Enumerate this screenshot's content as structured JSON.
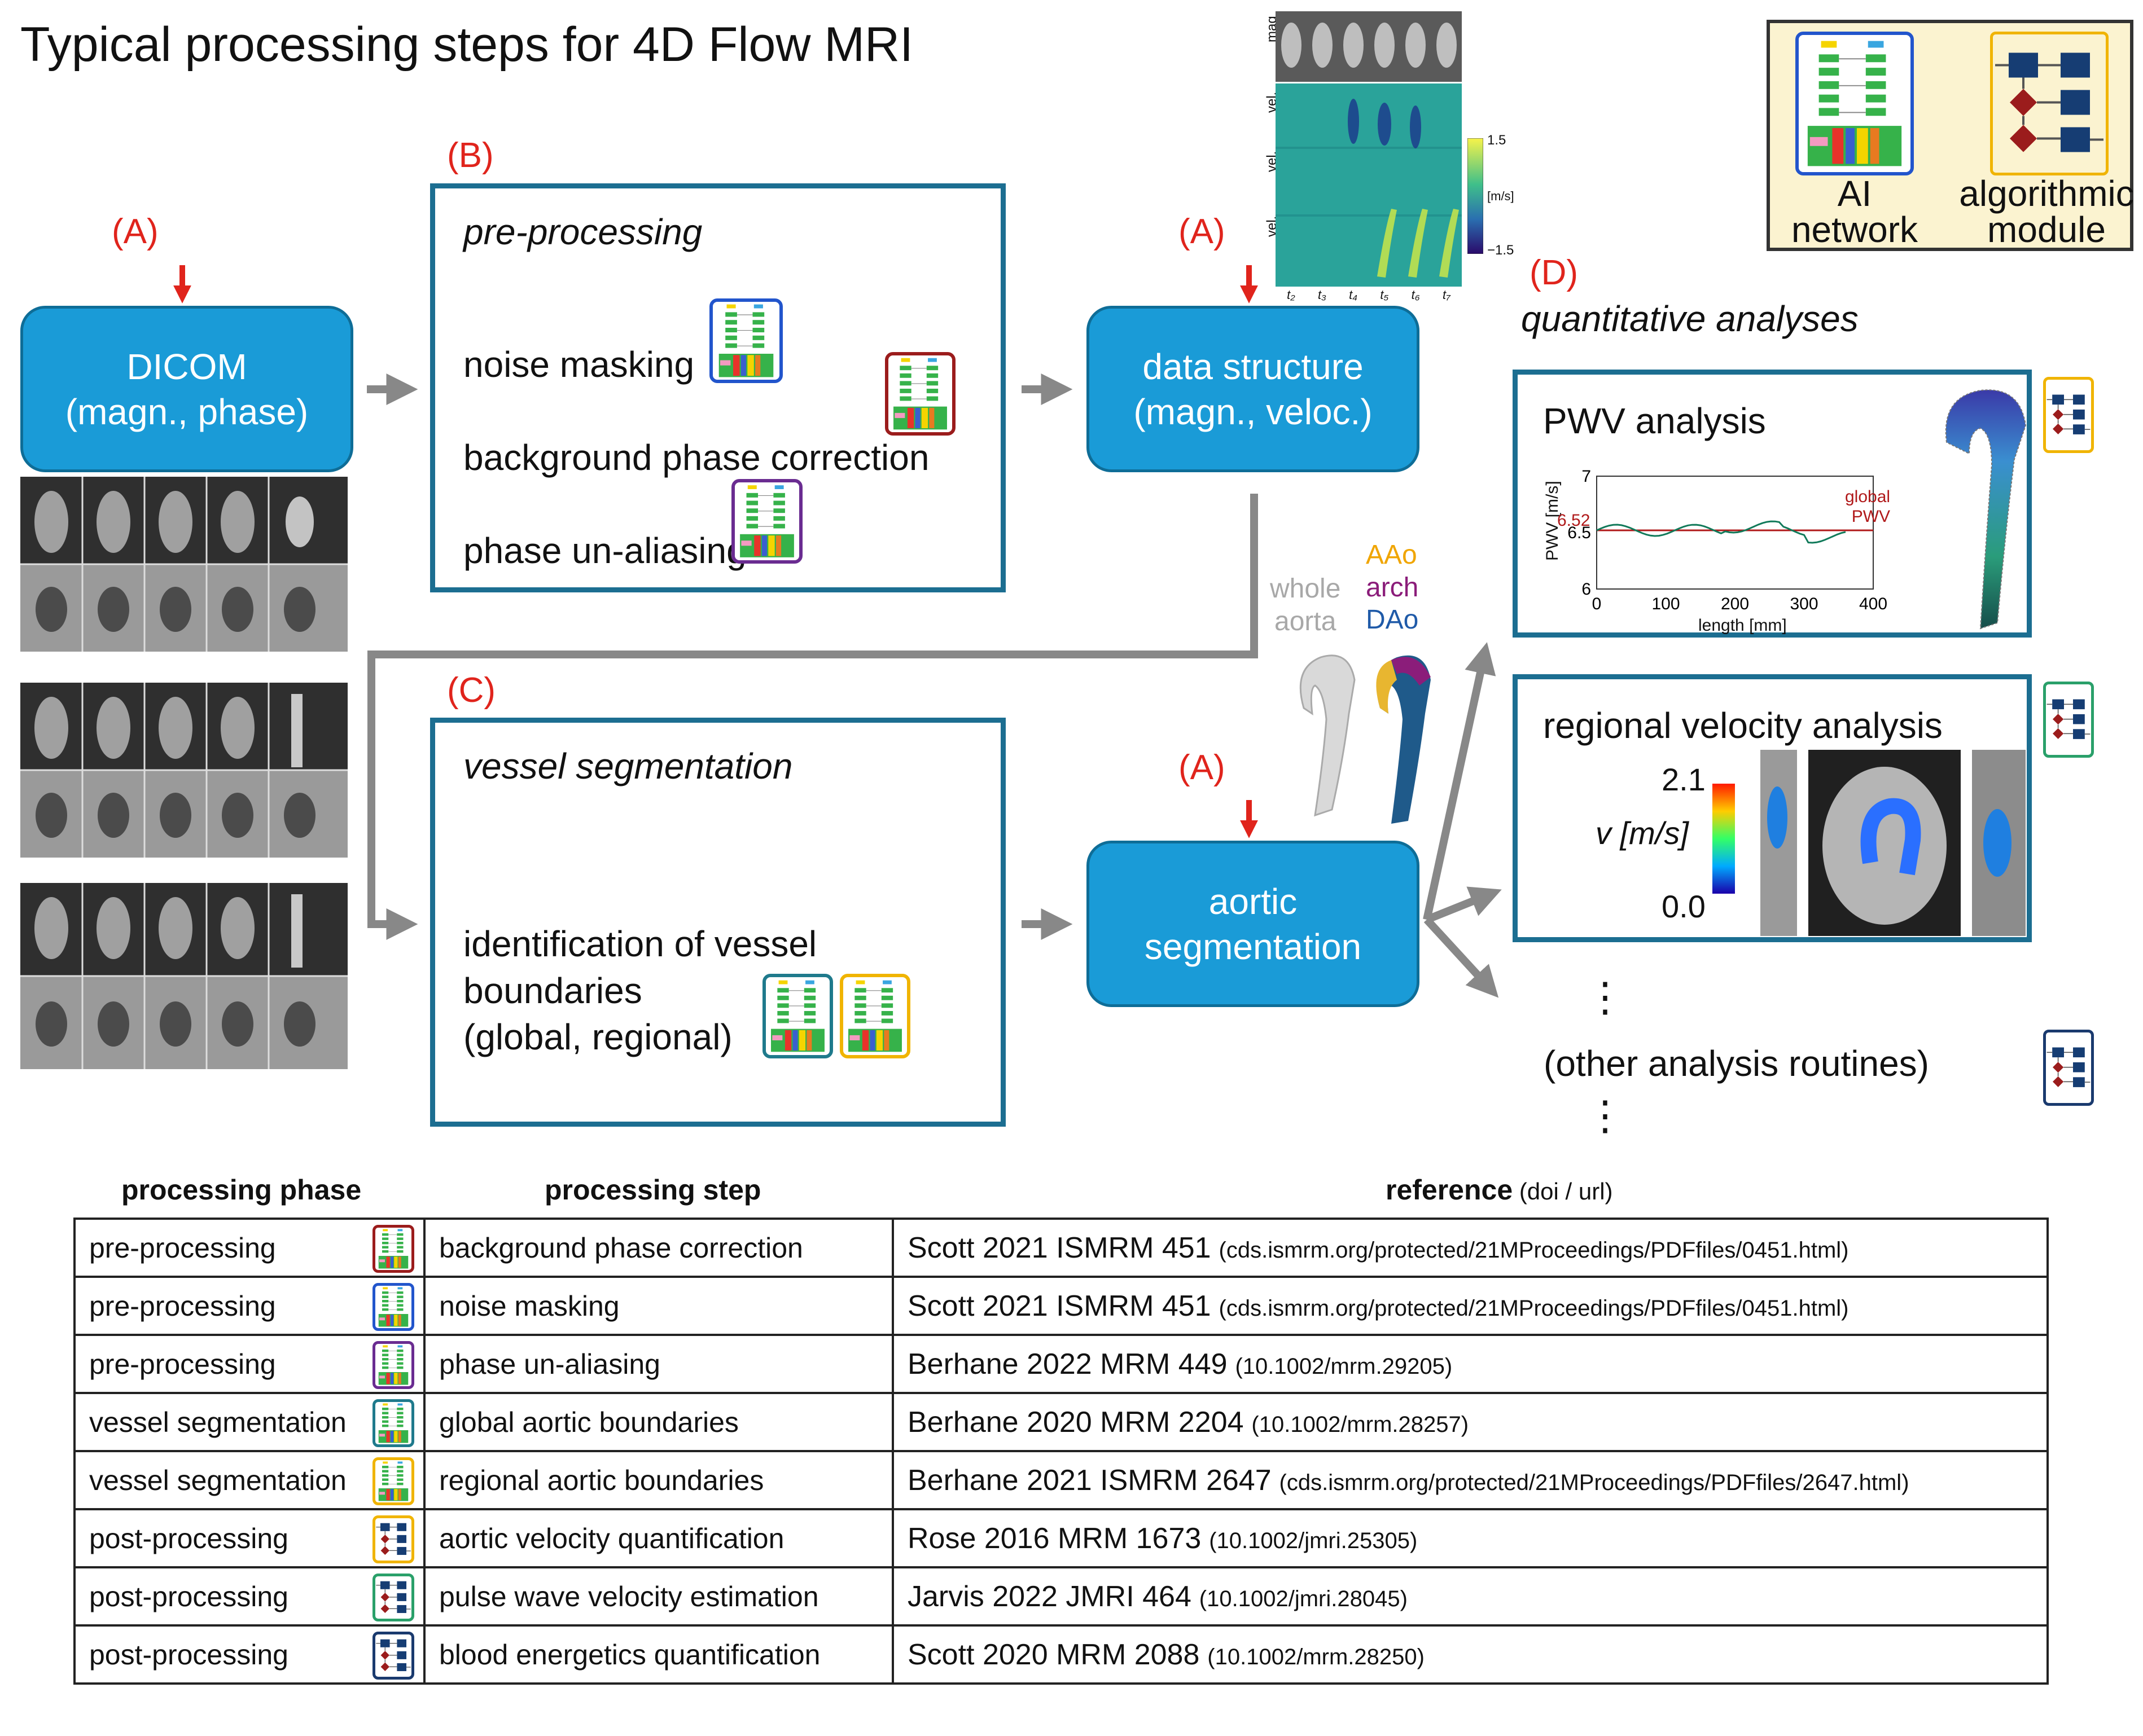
{
  "title": "Typical processing steps for 4D Flow MRI",
  "labels": {
    "A": "(A)",
    "B": "(B)",
    "C": "(C)",
    "D": "(D)"
  },
  "dicom": {
    "line1": "DICOM",
    "line2": "(magn., phase)"
  },
  "preprocessing": {
    "title": "pre-processing",
    "step1": "noise masking",
    "step2": "background phase correction",
    "step3": "phase un-aliasing"
  },
  "data_structure": {
    "line1": "data structure",
    "line2": "(magn., veloc.)"
  },
  "mini_panel": {
    "rows": [
      "mag",
      "vel.",
      "vel.",
      "vel."
    ],
    "cbar_max": "1.5",
    "cbar_min": "−1.5",
    "cbar_unit": "[m/s]",
    "times": [
      "t₂",
      "t₃",
      "t₄",
      "t₅",
      "t₆",
      "t₇"
    ]
  },
  "legend": {
    "ai_line1": "AI",
    "ai_line2": "network",
    "algo_line1": "algorithmic",
    "algo_line2": "module"
  },
  "segmentation": {
    "title": "vessel segmentation",
    "line1": "identification of vessel",
    "line2": "boundaries",
    "line3": "(global, regional)"
  },
  "aortic_seg": {
    "line1": "aortic",
    "line2": "segmentation"
  },
  "aorta_labels": {
    "whole1": "whole",
    "whole2": "aorta",
    "aao": "AAo",
    "arch": "arch",
    "dao": "DAo"
  },
  "quantitative": {
    "title": "quantitative analyses",
    "pwv_title": "PWV analysis",
    "regional_title": "regional velocity analysis",
    "dots": "⋮",
    "other": "(other analysis routines)"
  },
  "pwv_chart": {
    "ylabel": "PWV [m/s]",
    "xlabel": "length [mm]",
    "yticks": [
      "7",
      "6.5",
      "6"
    ],
    "xticks": [
      "0",
      "100",
      "200",
      "300",
      "400"
    ],
    "value_label": "6.52",
    "global1": "global",
    "global2": "PWV"
  },
  "velocity_colorbar": {
    "max": "2.1",
    "min": "0.0",
    "label": "v [m/s]"
  },
  "table": {
    "headers": {
      "phase": "processing phase",
      "step": "processing step",
      "ref_bold": "reference",
      "ref_rest": " (doi / url)"
    },
    "rows": [
      {
        "phase": "pre-processing",
        "step": "background phase correction",
        "ref": "Scott 2021 ISMRM 451",
        "url": "(cds.ismrm.org/protected/21MProceedings/PDFfiles/0451.html)"
      },
      {
        "phase": "pre-processing",
        "step": "noise masking",
        "ref": "Scott 2021 ISMRM 451",
        "url": "(cds.ismrm.org/protected/21MProceedings/PDFfiles/0451.html)"
      },
      {
        "phase": "pre-processing",
        "step": "phase un-aliasing",
        "ref": "Berhane 2022 MRM 449",
        "url": "(10.1002/mrm.29205)"
      },
      {
        "phase": "vessel segmentation",
        "step": "global aortic boundaries",
        "ref": "Berhane 2020 MRM 2204",
        "url": "(10.1002/mrm.28257)"
      },
      {
        "phase": "vessel segmentation",
        "step": "regional aortic boundaries",
        "ref": "Berhane 2021 ISMRM 2647",
        "url": "(cds.ismrm.org/protected/21MProceedings/PDFfiles/2647.html)"
      },
      {
        "phase": "post-processing",
        "step": "aortic velocity quantification",
        "ref": "Rose 2016 MRM 1673",
        "url": "(10.1002/jmri.25305)"
      },
      {
        "phase": "post-processing",
        "step": "pulse wave velocity estimation",
        "ref": "Jarvis 2022 JMRI 464",
        "url": "(10.1002/jmri.28045)"
      },
      {
        "phase": "post-processing",
        "step": "blood energetics quantification",
        "ref": "Scott 2020 MRM 2088",
        "url": "(10.1002/mrm.28250)"
      }
    ]
  },
  "colors": {
    "blue_box": "#1a9bd7",
    "frame": "#1c6e91",
    "red": "#e0241c",
    "icon_blue": "#2255cc",
    "icon_red": "#9b1c1c",
    "icon_purple": "#6a2c91",
    "icon_teal": "#1f7a8c",
    "icon_yellow": "#f0b400",
    "icon_green": "#2aa06a",
    "icon_navy": "#1a3a6e"
  }
}
